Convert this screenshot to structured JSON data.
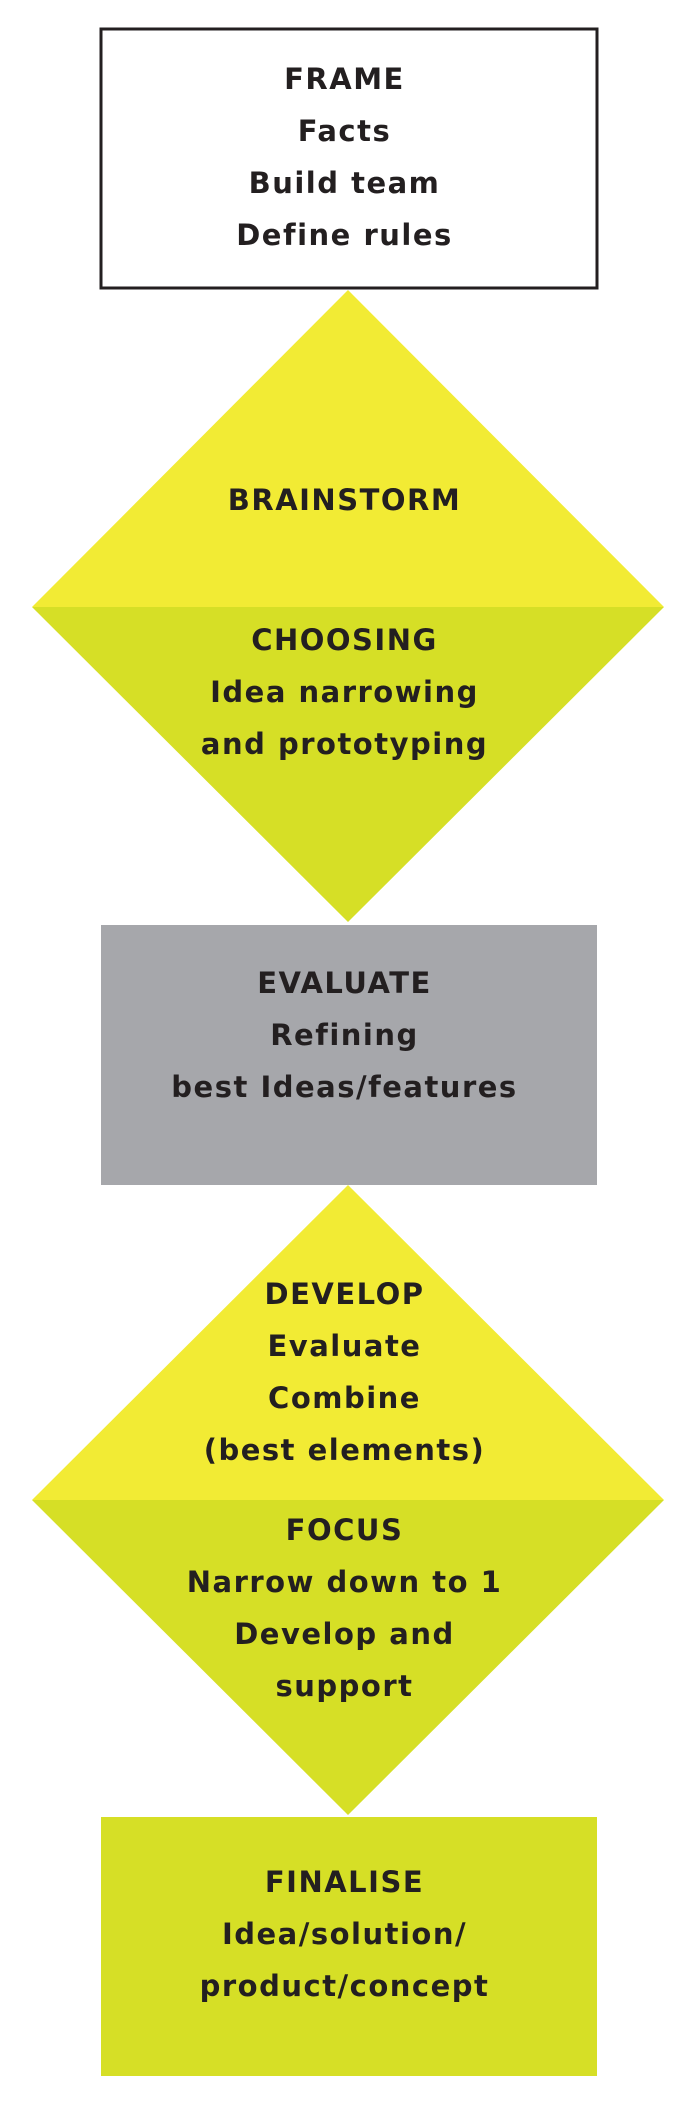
{
  "colors": {
    "yellow": "#f2eb34",
    "lime": "#d6df26",
    "gray": "#a6a7ab",
    "ink": "#231f20",
    "white": "#ffffff"
  },
  "frame": {
    "heading": "FRAME",
    "lines": [
      "Facts",
      "Build team",
      "Define rules"
    ]
  },
  "brainstorm": {
    "heading": "BRAINSTORM"
  },
  "choosing": {
    "heading": "CHOOSING",
    "lines": [
      "Idea narrowing",
      "and prototyping"
    ]
  },
  "evaluate": {
    "heading": "EVALUATE",
    "lines": [
      "Refining",
      "best Ideas/features"
    ]
  },
  "develop": {
    "heading": "DEVELOP",
    "lines": [
      "Evaluate",
      "Combine",
      "(best elements)"
    ]
  },
  "focus": {
    "heading": "FOCUS",
    "lines": [
      "Narrow down to 1",
      "Develop and",
      "support"
    ]
  },
  "finalise": {
    "heading": "FINALISE",
    "lines": [
      "Idea/solution/",
      "product/concept"
    ]
  }
}
